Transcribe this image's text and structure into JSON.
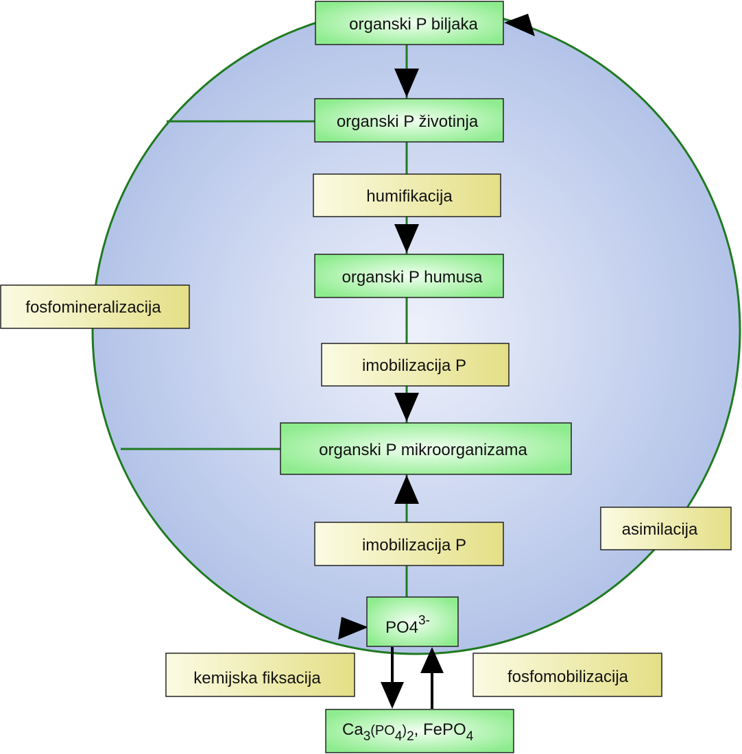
{
  "nodes": {
    "plants": "organski P biljaka",
    "animals": "organski P životinja",
    "humus": "organski P humusa",
    "microorganisms": "organski P mikroorganizama",
    "phosphate": {
      "base": "PO4",
      "charge": "3-"
    },
    "precipitate": {
      "p1": "Ca",
      "s1": "3",
      "p2": "(PO",
      "s2": "4",
      "p3": ")",
      "s3": "2",
      "p4": ", FePO",
      "s4": "4"
    }
  },
  "processes": {
    "humification": "humifikacija",
    "immobilization_upper": "imobilizacija P",
    "immobilization_lower": "imobilizacija P",
    "phosphomineralization": "fosfomineralizacija",
    "assimilation": "asimilacija",
    "chemical_fixation": "kemijska fiksacija",
    "phosphomobilization": "fosfomobilizacija"
  },
  "colors": {
    "circle_edge": "#1f7a1f",
    "node_fill": "#aef5ae",
    "process_fill": "#f2eb9a",
    "arrow": "#000000"
  }
}
